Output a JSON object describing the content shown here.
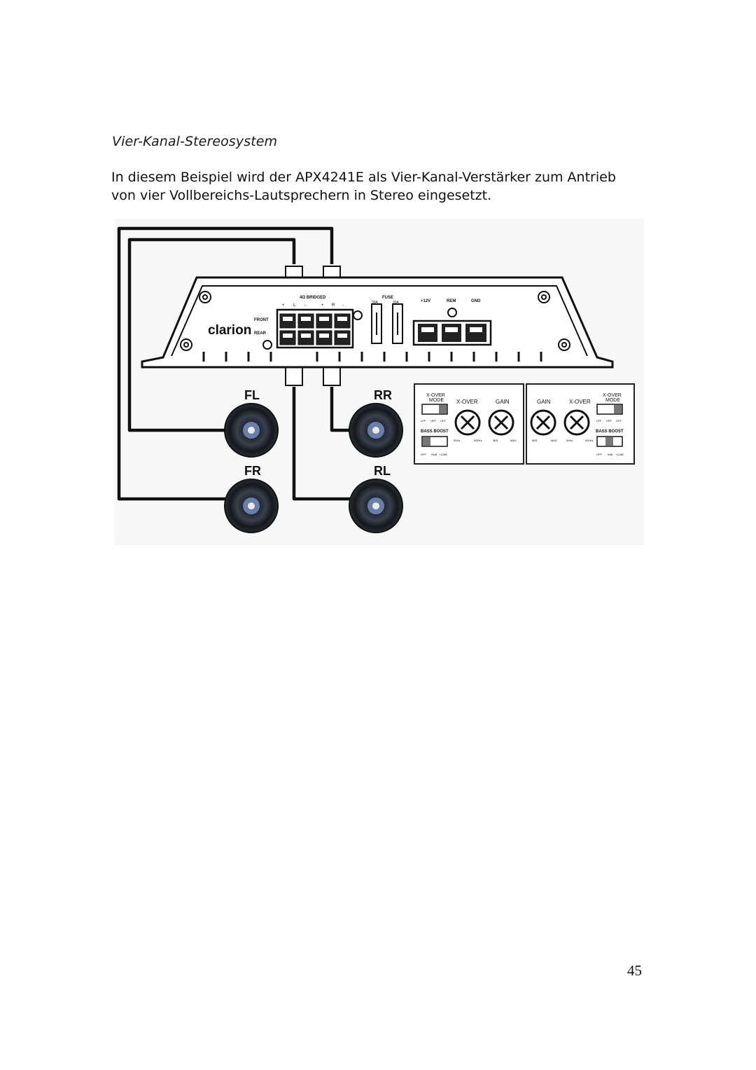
{
  "heading": "Vier-Kanal-Stereosystem",
  "paragraph": {
    "line1": "In diesem Beispiel wird der APX4241E als Vier-Kanal-Verstärker zum Antrieb",
    "line2": "von vier Vollbereichs-Lautsprechern in Stereo eingesetzt."
  },
  "diagram": {
    "brand": "clarion",
    "terminal_labels": {
      "bridged": "4Ω BRIDGED",
      "front": "FRONT",
      "rear": "REAR",
      "l": "L",
      "r": "R",
      "plus": "+",
      "minus": "-"
    },
    "fuse": {
      "label": "FUSE",
      "left": "30A",
      "right": "30A"
    },
    "power": {
      "v12": "+12V",
      "rem": "REM",
      "gnd": "GND"
    },
    "speakers": {
      "fl": "FL",
      "rr": "RR",
      "fr": "FR",
      "rl": "RL"
    },
    "panel_left": {
      "xover_mode_1": "X-OVER",
      "xover_mode_2": "MODE",
      "xover": "X-OVER",
      "gain": "GAIN",
      "mode_opts": [
        "LPF",
        "HPF",
        "OFF"
      ],
      "bass_boost": "BASS BOOST",
      "freq_min": "50Hz",
      "freq_max": "500Hz",
      "gain_min": "MIN",
      "gain_max": "MAX",
      "boost_opts": [
        "OFF",
        "+6dB",
        "+12dB"
      ]
    },
    "panel_right": {
      "gain": "GAIN",
      "xover": "X-OVER",
      "xover_mode_1": "X-OVER",
      "xover_mode_2": "MODE",
      "mode_opts": [
        "LPF",
        "HPF",
        "OFF"
      ],
      "bass_boost": "BASS BOOST",
      "gain_min": "MIN",
      "gain_max": "MAX",
      "freq_min": "50Hz",
      "freq_max": "500Hz",
      "boost_opts": [
        "OFF",
        "6dB",
        "+12dB"
      ]
    }
  },
  "page_number": "45"
}
